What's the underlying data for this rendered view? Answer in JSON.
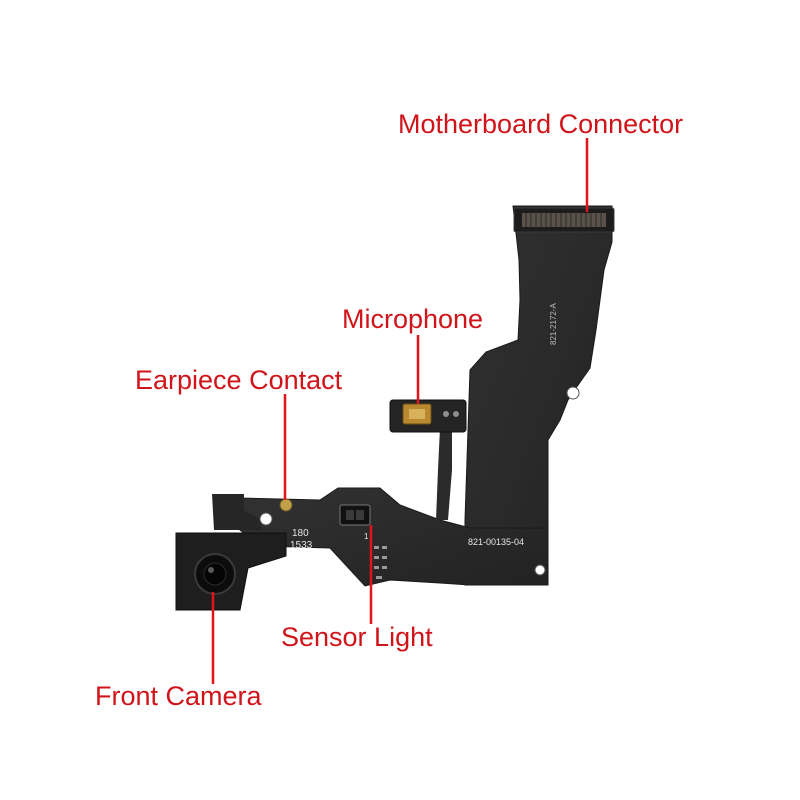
{
  "labels": {
    "motherboard_connector": "Motherboard Connector",
    "microphone": "Microphone",
    "earpiece_contact": "Earpiece Contact",
    "sensor_light": "Sensor Light",
    "front_camera": "Front Camera"
  },
  "board_print": {
    "line1": "180",
    "line2": "1533",
    "part_number": "821-00135-04",
    "upper_code": "821-2172-A",
    "sensor_pin": "1"
  },
  "colors": {
    "label_red": "#d0141a",
    "leader_line": "#e0141a",
    "flex_cable": "#2a2a2a",
    "flex_edge": "#1a1a1a",
    "camera_body": "#1e1e1e",
    "mic_gold": "#b8892f",
    "stiffener": "#242424"
  }
}
